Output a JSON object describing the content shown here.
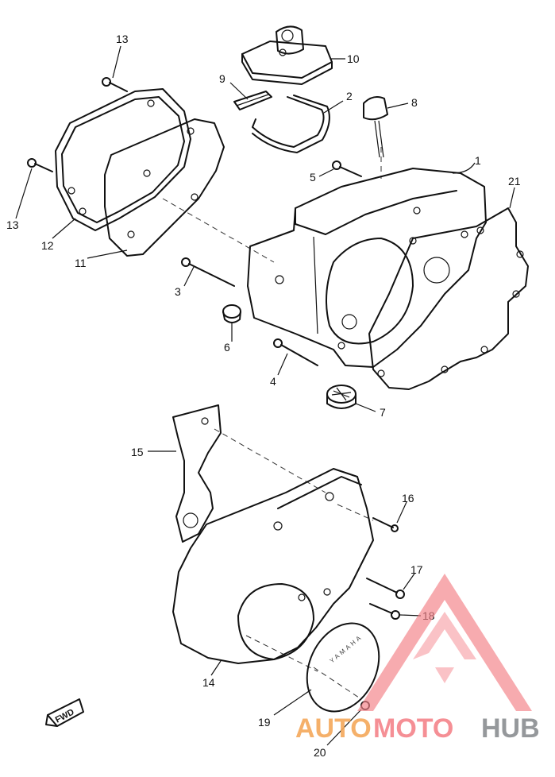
{
  "labels": {
    "p1": "1",
    "p2": "2",
    "p3": "3",
    "p4": "4",
    "p5": "5",
    "p6": "6",
    "p7": "7",
    "p8": "8",
    "p9": "9",
    "p10": "10",
    "p11": "11",
    "p12": "12",
    "p13a": "13",
    "p13b": "13",
    "p14": "14",
    "p15": "15",
    "p16": "16",
    "p17": "17",
    "p18": "18",
    "p19": "19",
    "p20": "20",
    "p21": "21"
  },
  "fwd_arrow_label": "FWD",
  "cover_lettering": "YAMAHA",
  "watermark": {
    "auto": "AUTO",
    "moto": "MOTO",
    "hub": "HUB",
    "colors": {
      "orange": "#f5a85a",
      "pink": "#f4838a",
      "gray": "#8a8d91"
    }
  }
}
